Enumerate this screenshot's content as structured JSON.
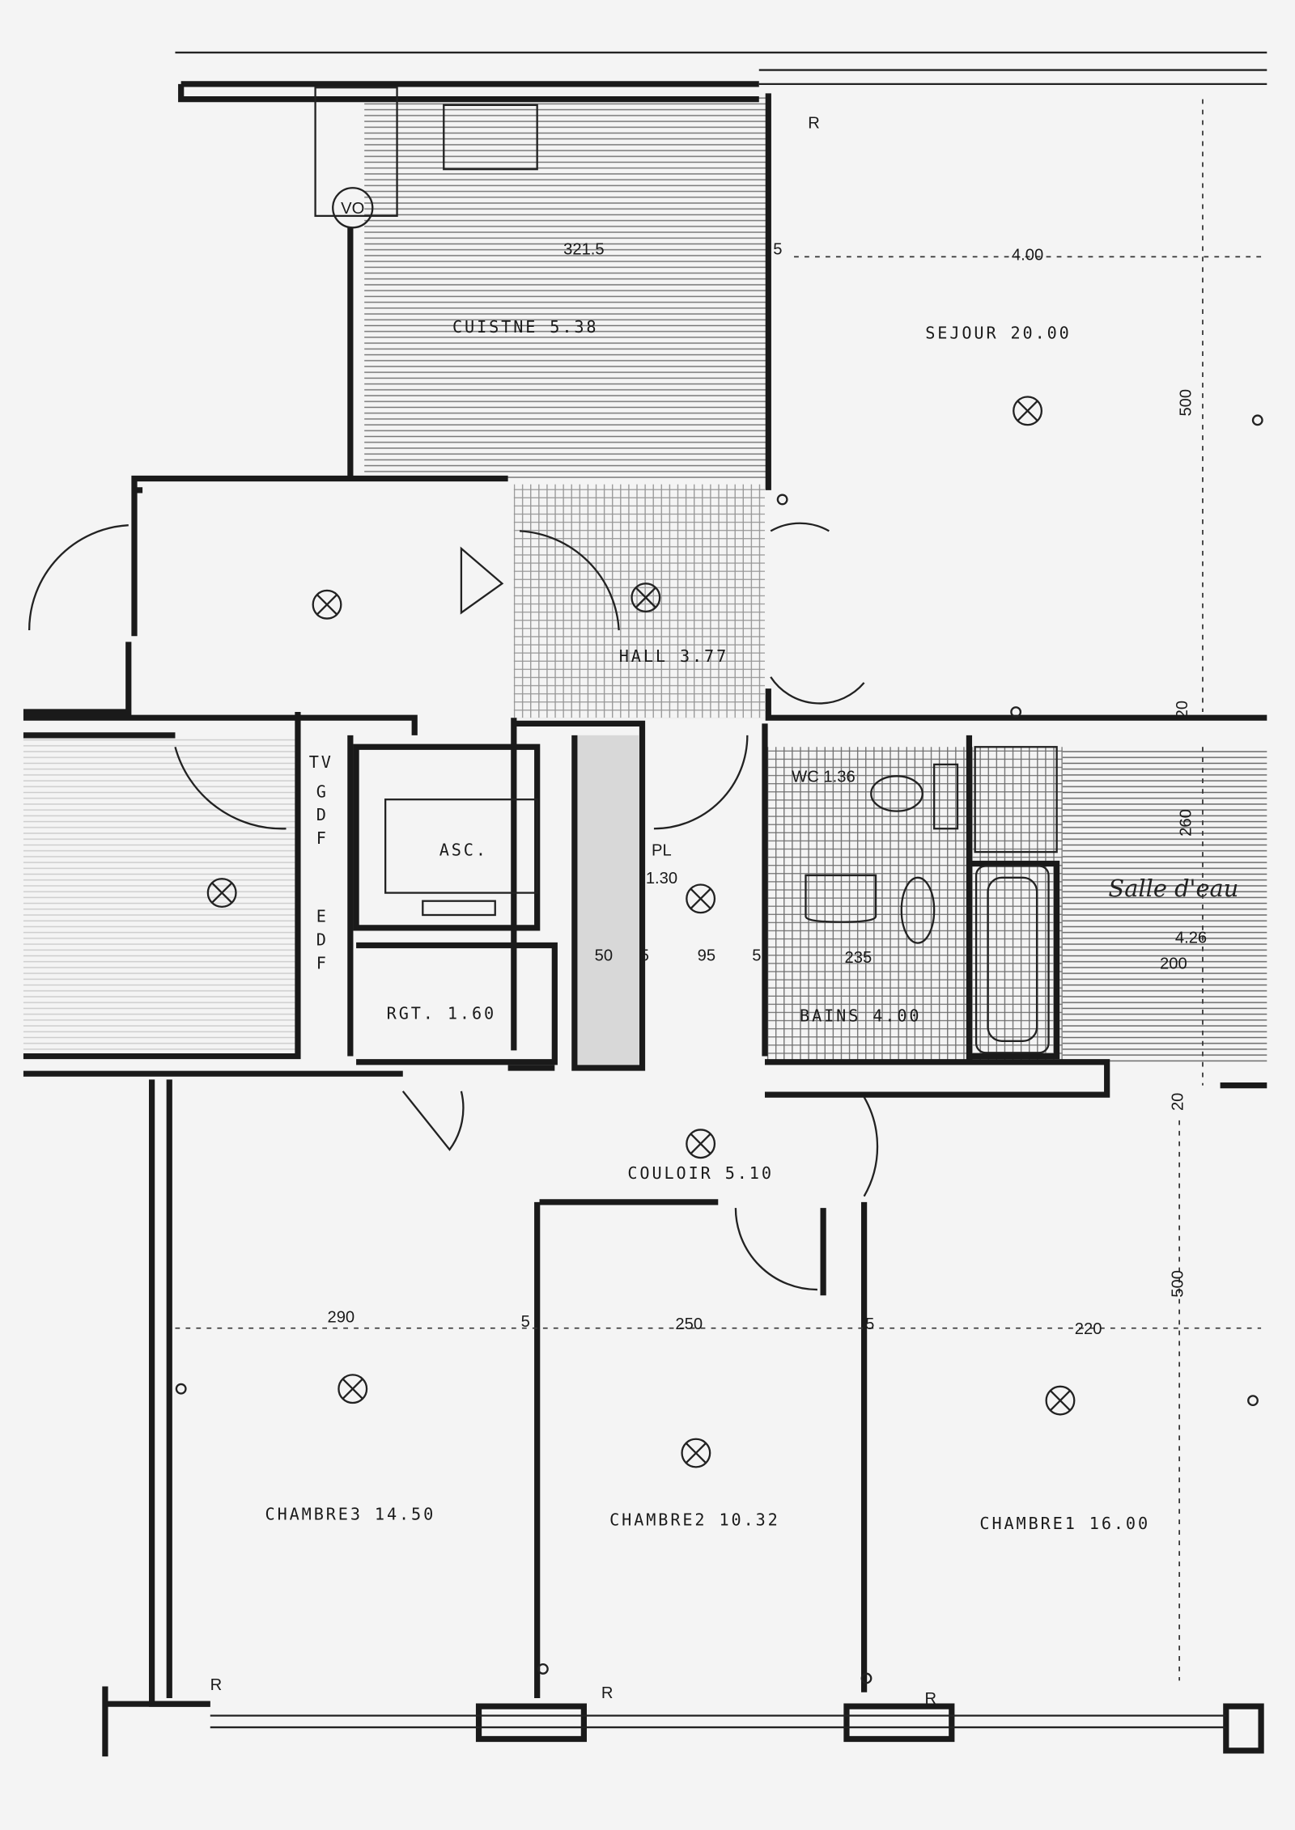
{
  "rooms": {
    "cuisine": "CUISTNE 5.38",
    "sejour": "SEJOUR 20.00",
    "hall": "HALL 3.77",
    "asc": "ASC.",
    "rgt": "RGT. 1.60",
    "pl": "PL",
    "pl_area": "1.30",
    "wc": "WC 1.36",
    "bains": "BAINS 4.00",
    "salle_deau": "Salle d'eau",
    "salle_deau_area": "4.26",
    "couloir": "COULOIR 5.10",
    "chambre3": "CHAMBRE3 14.50",
    "chambre2": "CHAMBRE2 10.32",
    "chambre1": "CHAMBRE1 16.00"
  },
  "utilities": {
    "tv": "TV",
    "gdf": [
      "G",
      "D",
      "F"
    ],
    "edf": [
      "E",
      "D",
      "F"
    ],
    "vo": "VO"
  },
  "dimensions": {
    "cuisine_width": "321.5",
    "wall_5_top": "5",
    "sejour_width": "4.00",
    "sejour_depth": "500",
    "d50": "50",
    "d5a": "5",
    "d95": "95",
    "d5b": "5",
    "d235": "235",
    "d260": "260",
    "d200": "200",
    "d20a": "20",
    "d20b": "20",
    "ch3_width": "290",
    "wall_5a": "5",
    "ch2_width": "250",
    "wall_5b": "5",
    "ch1_width": "220",
    "ch_depth": "500"
  },
  "markers": {
    "r1": "R",
    "r2": "R",
    "r3": "R",
    "r4": "R"
  }
}
